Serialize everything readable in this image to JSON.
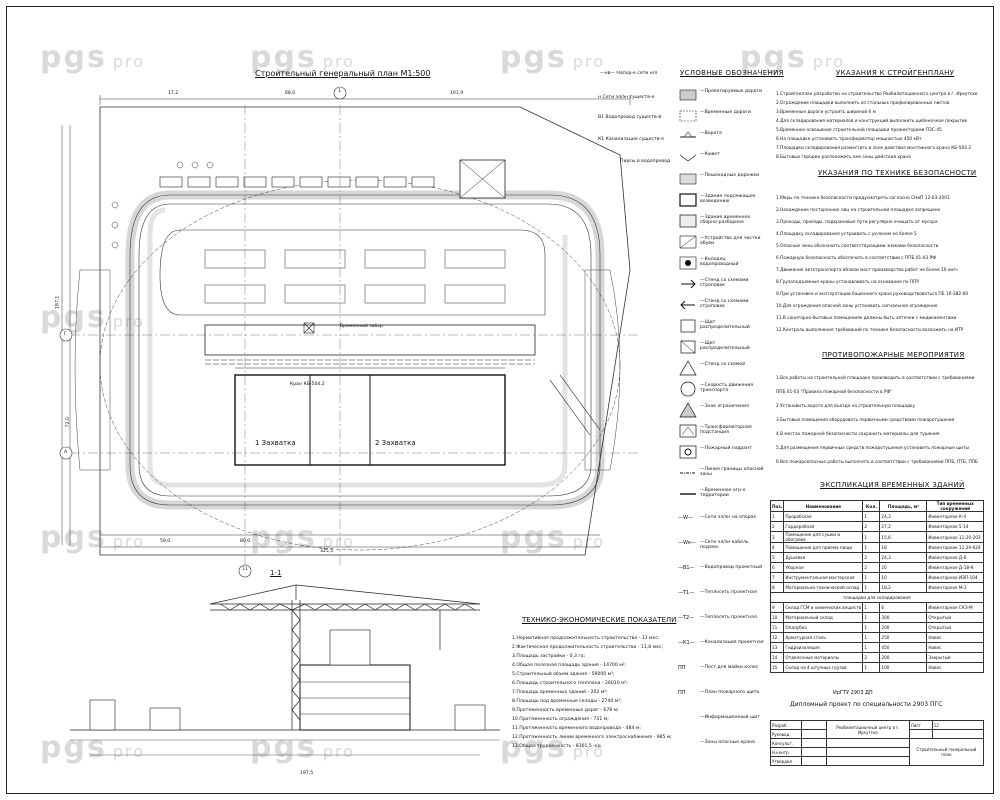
{
  "watermark": {
    "brand": "pgs",
    "suffix": "pro"
  },
  "plan": {
    "title": "Строительный генеральный план М1:500",
    "zone1": "1 Захватка",
    "zone2": "2 Захватка",
    "crane": "Кран КБ-504.2",
    "fence_label": "Временный забор",
    "section_label": "1-1",
    "top_dims": [
      "17,2",
      "68,0",
      "101,9"
    ],
    "bottom_dims": [
      "59,0",
      "80,0",
      "325,5",
      "197,5"
    ],
    "left_dims": [
      "187,1",
      "72,0"
    ],
    "axis_marks": [
      "11",
      "1",
      "Г",
      "А"
    ]
  },
  "legend": {
    "title": "УСЛОВНЫЕ ОБОЗНАЧЕНИЯ",
    "top_items": [
      {
        "sym": "—нв—",
        "label": "Напор-е сети н/л"
      },
      {
        "sym": "н",
        "label": "Сети эл/эн существ-е"
      },
      {
        "sym": "В1",
        "label": "Водопровод существ-й"
      },
      {
        "sym": "К1",
        "label": "Канализация существ-я"
      },
      {
        "sym": "",
        "label": "Пирсы в водопровод"
      }
    ],
    "items": [
      {
        "sym": "road",
        "label": "Проектируемые дороги"
      },
      {
        "sym": "temp-road",
        "label": "Временные дороги"
      },
      {
        "sym": "gate",
        "label": "Ворота"
      },
      {
        "sym": "crane-track",
        "label": "Кювет"
      },
      {
        "sym": "hatch",
        "label": "Пешеходные дорожки"
      },
      {
        "sym": "building",
        "label": "Здание подлежащее возведению"
      },
      {
        "sym": "building2",
        "label": "Здание временное сборно-разборное"
      },
      {
        "sym": "ground",
        "label": "Устройство для чистки обуви"
      },
      {
        "sym": "well",
        "label": "Колодец водопроводный"
      },
      {
        "sym": "arrow-r",
        "label": "Стенд со схемами строповок"
      },
      {
        "sym": "arrow-l",
        "label": "Стенд со схемами строповок"
      },
      {
        "sym": "box",
        "label": "Щит распределительный"
      },
      {
        "sym": "box-x",
        "label": "Щит распределительный"
      },
      {
        "sym": "tri",
        "label": "Стенд со схемой"
      },
      {
        "sym": "circ",
        "label": "Скорость движения транспорта"
      },
      {
        "sym": "tri2",
        "label": "Знак ограничения"
      },
      {
        "sym": "fence",
        "label": "Трансформаторная подстанция"
      },
      {
        "sym": "hyd",
        "label": "Пожарный гидрант"
      },
      {
        "sym": "zone",
        "label": "Линия границы опасной зоны"
      },
      {
        "sym": "dash",
        "label": "Временное огр-е территории"
      }
    ],
    "lines": [
      {
        "sym": "—W—",
        "label": "Сети эл/эн на опорах"
      },
      {
        "sym": "—Wк—",
        "label": "Сети эл/эн кабель подзем."
      },
      {
        "sym": "—В1—",
        "label": "Водопровод проектный"
      },
      {
        "sym": "—Т1—",
        "label": "Теплосеть проектная"
      },
      {
        "sym": "—Т2—",
        "label": "Теплосеть проектная"
      },
      {
        "sym": "—К1—",
        "label": "Канализация проектная"
      },
      {
        "sym": "ПП",
        "label": "Пост для мойки колес"
      },
      {
        "sym": "ПП",
        "label": "План пожарного щита"
      },
      {
        "sym": "",
        "label": "Информационный щит"
      },
      {
        "sym": "",
        "label": "Зоны опасные крана"
      }
    ]
  },
  "notes": {
    "title_plan": "УКАЗАНИЯ К СТРОЙГЕНПЛАНУ",
    "plan_lines": [
      "1.Стройгенплан разработан на строительство Реабилитационного центра в г. Иркутске",
      "2.Ограждение площадки выполнить из стальных профилированных листов",
      "3.Временные дороги устроить шириной 6 м",
      "4.Для складирования материалов и конструкций выполнить щебеночное покрытие",
      "5.Временное освещение строительной площадки прожекторами ПЗС-45",
      "6.На площадке установить трансформатор мощностью 450 кВт",
      "7.Площадки складирования разместить в зоне действия монтажного крана КБ-504.2",
      "8.Бытовые городки расположить вне зоны действия крана"
    ],
    "title_safety": "УКАЗАНИЯ ПО ТЕХНИКЕ БЕЗОПАСНОСТИ",
    "safety_lines": [
      "1.Меры по технике безопасности предусмотреть согласно СНиП 12-03-2001",
      "2.Нахождение посторонних лиц на строительной площадке запрещено",
      "3.Проходы, проезды, подкрановые пути регулярно очищать от мусора",
      "4.Площадку складирования устраивать с уклоном не более 5",
      "5.Опасные зоны обозначить соответствующими знаками безопасности",
      "6.Пожарную безопасность обеспечить в соответствии с ППБ 01-03 РФ",
      "7.Движение автотранспорта вблизи мест производства работ не более 10 км/ч",
      "8.Грузоподъемные краны устанавливать на основание по ППР",
      "9.При установке и эксплуатации башенного крана руководствоваться ПБ 10-382-00",
      "10.Для ограждения опасной зоны установить сигнальное ограждение",
      "11.В санитарно-бытовых помещениях должны быть аптечки с медикаментами",
      "12.Контроль выполнения требований по технике безопасности возложить на ИТР"
    ],
    "title_fire": "ПРОТИВОПОЖАРНЫЕ МЕРОПРИЯТИЯ",
    "fire_lines": [
      "1.Все работы на строительной площадке производить в соответствии с требованиями",
      "ППБ 01-03 \"Правила пожарной безопасности в РФ\"",
      "2.Установить ворота для въезда на строительную площадку",
      "3.Бытовые помещения оборудовать первичными средствами пожаротушения",
      "4.В местах пожарной безопасности сохранить материалы для тушения",
      "5.Для размещения первичных средств пожаротушения установить пожарные щиты",
      "6.Все пожароопасные работы выполнять в соответствии с требованиями ППБ, ПТБ, ППБ"
    ]
  },
  "explication": {
    "title": "ЭКСПЛИКАЦИЯ ВРЕМЕННЫХ ЗДАНИЙ",
    "headers": [
      "Поз.",
      "Наименование",
      "Кол.",
      "Площадь, м²",
      "Тип временных сооружений"
    ],
    "rows": [
      [
        "1",
        "Прорабская",
        "1",
        "24,3",
        "Инвентарное К-4"
      ],
      [
        "2",
        "Гардеробная",
        "2",
        "27,2",
        "Инвентарное 5-14"
      ],
      [
        "3",
        "Помещение для сушки и обогрева",
        "1",
        "15,6",
        "Инвентарное 11-20-203"
      ],
      [
        "4",
        "Помещение для приема пищи",
        "1",
        "18",
        "Инвентарное 11-29-624"
      ],
      [
        "5",
        "Душевая",
        "2",
        "24,3",
        "Инвентарное Д-6"
      ],
      [
        "6",
        "Уборная",
        "2",
        "20",
        "Инвентарное Д-18-К"
      ],
      [
        "7",
        "Инструментальная мастерская",
        "1",
        "10",
        "Инвентарное ИЭП-104"
      ],
      [
        "8",
        "Материально-технический склад",
        "1",
        "18,2",
        "Инвентарное М-2"
      ]
    ],
    "subheader": "площадки для складирования",
    "rows2": [
      [
        "9",
        "Склад ГСМ и химических веществ",
        "1",
        "6",
        "Инвентарное СКЗ-М"
      ],
      [
        "10",
        "Материальный склад",
        "1",
        "300",
        "Открытый"
      ],
      [
        "11",
        "Опалубка",
        "1",
        "200",
        "Открытый"
      ],
      [
        "12",
        "Арматурная сталь",
        "1",
        "250",
        "Навес"
      ],
      [
        "13",
        "Гидроизоляция",
        "1",
        "450",
        "Навес"
      ],
      [
        "14",
        "Отделочные материалы",
        "2",
        "200",
        "Закрытый"
      ],
      [
        "15",
        "Склад на 4 штучных грузов",
        "1",
        "100",
        "Навес"
      ]
    ]
  },
  "stamp": {
    "code": "ИрГТУ 2903 ДП",
    "title": "Дипломный проект по специальности 2903 ПГС",
    "sheet_label": "Лист",
    "sheet_no": "12",
    "subject": "Реабилитационный центр в г. Иркутске",
    "drawing": "Строительный генеральный план",
    "roles": [
      "Разраб.",
      "Руковод.",
      "Консульт.",
      "Н.контр.",
      "Утвердил"
    ]
  },
  "tep": {
    "title": "ТЕХНИКО-ЭКОНОМИЧЕСКИЕ ПОКАЗАТЕЛИ",
    "lines": [
      "1.Нормативная продолжительность строительства - 13 мес;",
      "2.Фактическая продолжительность строительства - 11,8 мес;",
      "3.Площадь застройки - 0,3 га;",
      "4.Общая полезная площадь здания - 14700 м²;",
      "5.Строительный объем здания - 59000 м³;",
      "6.Площадь строительного генплана - 26010 м²;",
      "7.Площадь временных зданий - 202 м²;",
      "8.Площадь под временные склады - 2740 м²;",
      "9.Протяженность временных дорог - 678 м;",
      "10.Протяженность ограждения - 731 м;",
      "11.Протяженность временного водопровода - 484 м;",
      "12.Протяженность линии временного электроснабжения - 985 м;",
      "13.Общая трудоемкость - 8301,5 ч/д"
    ]
  }
}
